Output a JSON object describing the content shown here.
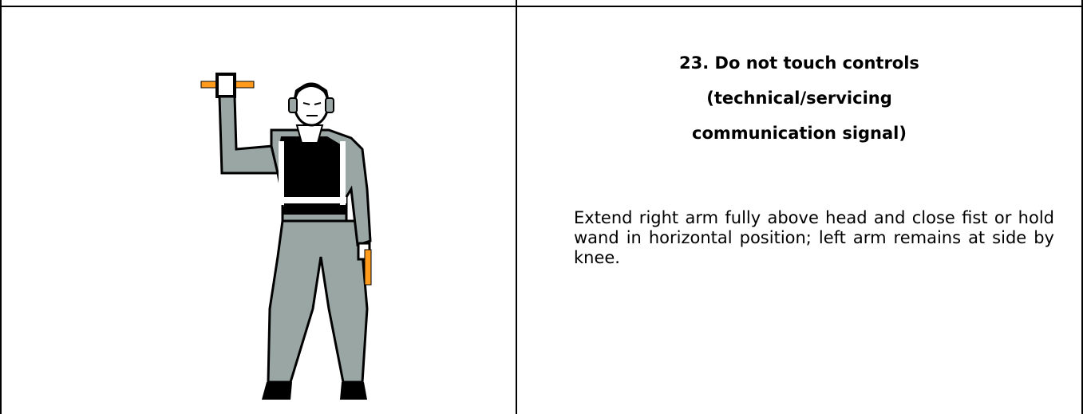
{
  "signal": {
    "title_lines": [
      "23. Do not touch controls",
      "(technical/servicing",
      "communication signal)"
    ],
    "description": "Extend right arm fully above head and close fist or hold wand in horizontal position; left arm remains at side by knee."
  },
  "colors": {
    "wand": "#ff9a1a",
    "suit": "#9aa6a4",
    "vest": "#000000",
    "outline": "#000000"
  },
  "icons": {
    "figure": "marshaller-figure-icon"
  }
}
